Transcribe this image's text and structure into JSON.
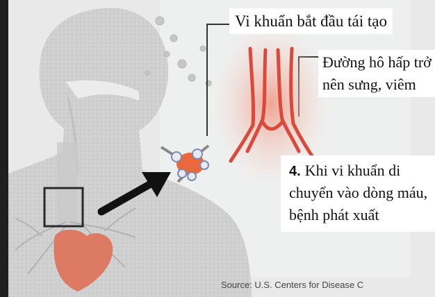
{
  "labels": {
    "bacteria_regrow": "Vi khuẩn bắt đầu tái tạo",
    "airway_inflamed": "Đường hô hấp trở nên sưng, viêm",
    "step_number": "4.",
    "step_text": "Khi vi khuẩn di chuyển vào dòng máu, bệnh phát xuất"
  },
  "source": "Source: U.S. Centers for Disease C",
  "colors": {
    "body_silhouette": "#d3d3d3",
    "airway_red": "#d94a3c",
    "glow": "#f3b7a6",
    "bacteria": "#e9683c",
    "arrow": "#111111"
  }
}
